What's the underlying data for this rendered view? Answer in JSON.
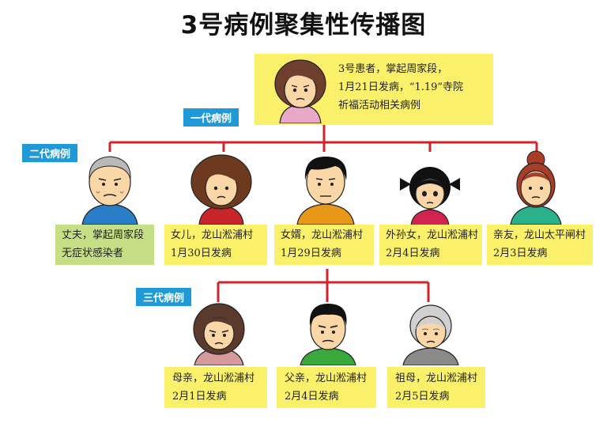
{
  "title": "3号病例聚集性传播图",
  "generation_labels": {
    "first": "一代病例",
    "second": "二代病例",
    "third": "三代病例"
  },
  "patient": {
    "line1": "3号患者，掌起周家段，",
    "line2": "1月21日发病，“1.19”寺院",
    "line3": "祈福活动相关病例"
  },
  "second_generation": [
    {
      "line1": "丈夫，掌起周家段",
      "line2": "无症状感染者"
    },
    {
      "line1": "女儿，龙山淞浦村",
      "line2": "1月30日发病"
    },
    {
      "line1": "女婿，龙山淞浦村",
      "line2": "1月29日发病"
    },
    {
      "line1": "外孙女，龙山淞浦村",
      "line2": "2月4日发病"
    },
    {
      "line1": "亲友，龙山太平闸村",
      "line2": "2月3日发病"
    }
  ],
  "third_generation": [
    {
      "line1": "母亲，龙山淞浦村",
      "line2": "2月1日发病"
    },
    {
      "line1": "父亲，龙山淞浦村",
      "line2": "2月4日发病"
    },
    {
      "line1": "祖母，龙山淞浦村",
      "line2": "2月5日发病"
    }
  ],
  "colors": {
    "connector": "#d2232a",
    "tag": "#1f9ad6",
    "box": "#fbf06a",
    "asymptomatic_box": "#c6df86"
  }
}
